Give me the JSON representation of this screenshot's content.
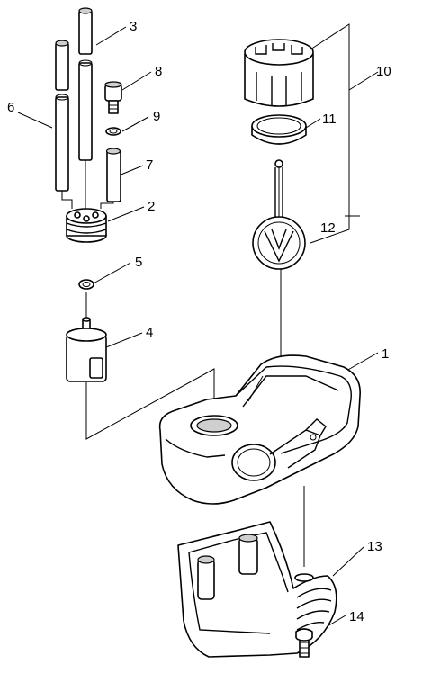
{
  "callouts": [
    "1",
    "2",
    "3",
    "4",
    "5",
    "6",
    "7",
    "8",
    "9",
    "10",
    "11",
    "12",
    "13",
    "14"
  ]
}
